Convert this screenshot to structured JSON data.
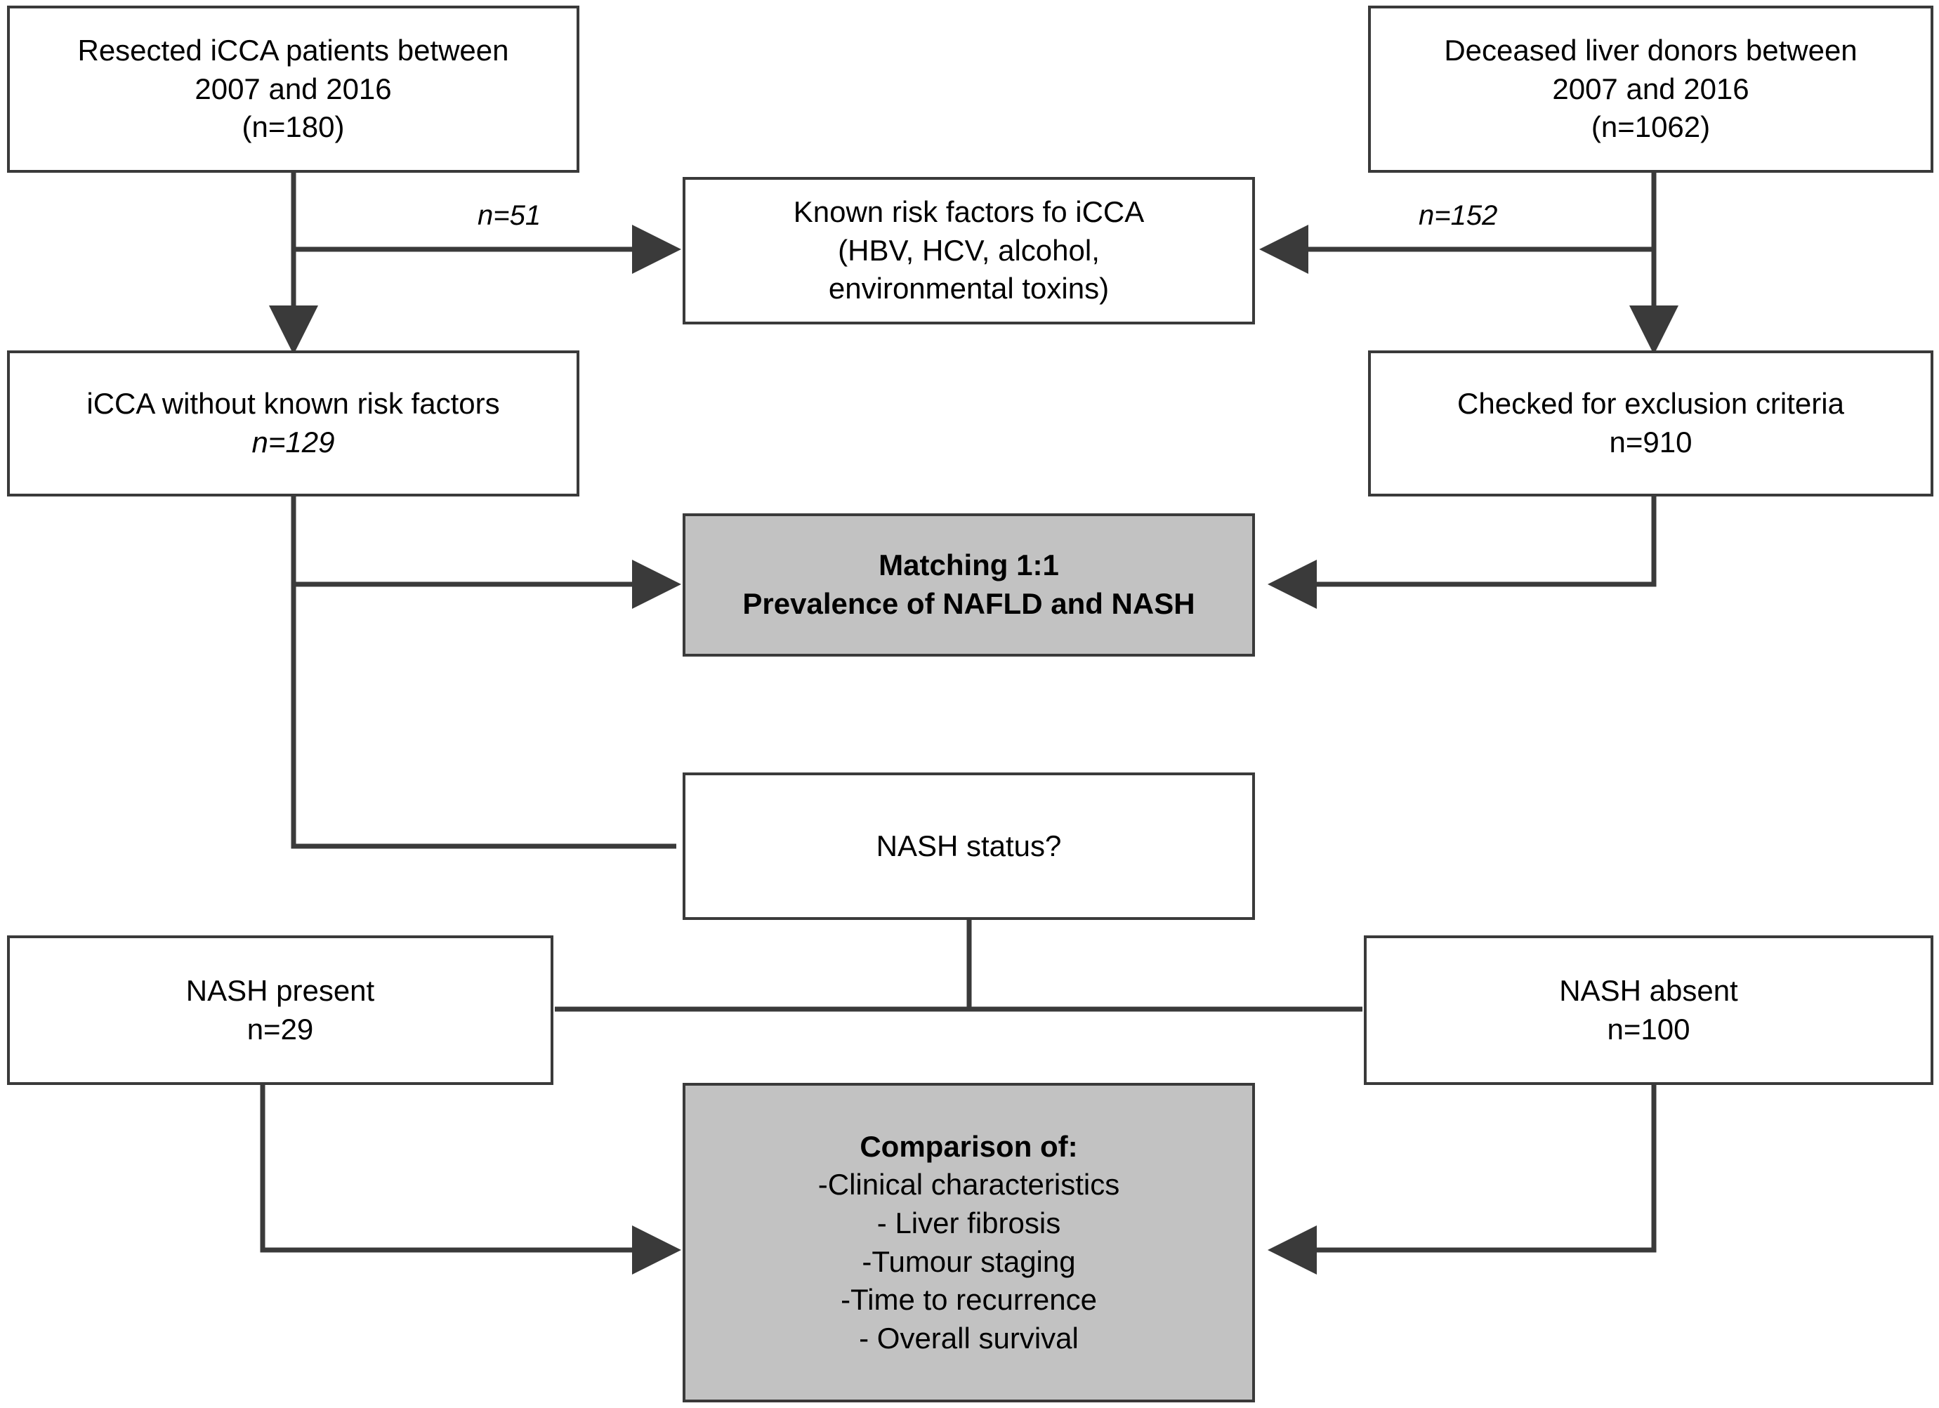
{
  "diagram": {
    "title": "Study flow diagram: resected iCCA patients and deceased liver donors",
    "colors": {
      "box_fill": "#ffffff",
      "highlight_fill": "#c2c2c2",
      "stroke": "#3a3a3a",
      "text": "#000000"
    }
  },
  "nodes": {
    "resected_icca": {
      "name": "Resected iCCA patients",
      "lines": [
        "Resected iCCA patients between",
        "2007 and 2016",
        "(n=180)"
      ],
      "count": 180
    },
    "deceased_donors": {
      "name": "Deceased liver donors",
      "lines": [
        "Deceased liver donors between",
        "2007 and 2016",
        "(n=1062)"
      ],
      "count": 1062
    },
    "known_risk_factors": {
      "name": "Known risk factors",
      "lines": [
        "Known risk factors fo iCCA",
        "(HBV, HCV, alcohol,",
        "environmental toxins)"
      ]
    },
    "icca_without_risk": {
      "name": "iCCA without known risk factors",
      "lines": [
        "iCCA without known risk factors"
      ],
      "count_label": "n=129",
      "count": 129
    },
    "exclusion_criteria": {
      "name": "Checked for exclusion criteria",
      "lines": [
        "Checked for exclusion criteria"
      ],
      "count_label": "n=910",
      "count": 910
    },
    "matching": {
      "name": "Matching and prevalence",
      "lines": [
        "Matching 1:1",
        "Prevalence of NAFLD and NASH"
      ]
    },
    "nash_status": {
      "name": "NASH status decision",
      "lines": [
        "NASH status?"
      ]
    },
    "nash_present": {
      "name": "NASH present",
      "lines": [
        "NASH present"
      ],
      "count_label": "n=29",
      "count": 29
    },
    "nash_absent": {
      "name": "NASH absent",
      "lines": [
        "NASH absent"
      ],
      "count_label": "n=100",
      "count": 100
    },
    "comparison": {
      "name": "Comparison outcomes",
      "heading": "Comparison of:",
      "items": [
        "-Clinical characteristics",
        "- Liver fibrosis",
        "-Tumour staging",
        "-Time to recurrence",
        "- Overall survival"
      ]
    }
  },
  "edge_labels": {
    "icca_to_risk": "n=51",
    "donors_to_risk": "n=152"
  }
}
